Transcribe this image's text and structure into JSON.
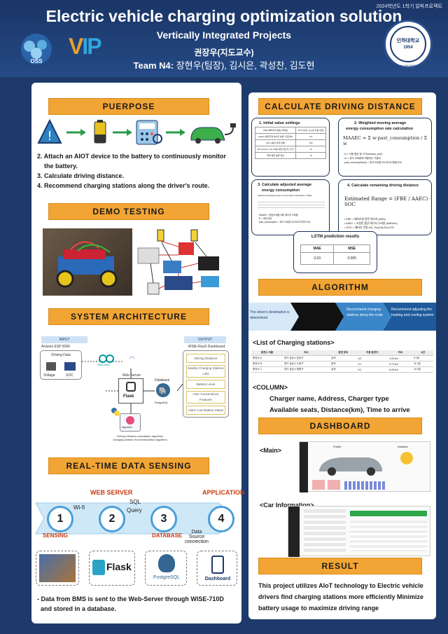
{
  "header": {
    "year_tag": "2024학년도 1학기 알파프로젝트",
    "title": "Electric vehicle charging optimization solution",
    "subtitle": "Vertically Integrated Projects",
    "advisor": "권장우(지도교수)",
    "team_label": "Team N4:",
    "team_members": " 장현우(팀장), 김시은, 곽성찬, 김도현",
    "logo_left": "OSS",
    "logo_vip_v": "V",
    "logo_vip_ip": "IP",
    "logo_right_name": "인하대학교",
    "logo_right_year": "1954",
    "logo_right_en": "INHA UNIVERSITY"
  },
  "left": {
    "purpose_title": "PUERPOSE",
    "purpose_items": [
      "2. Attach an AIOT device to the battery to continuously monitor",
      "    the battery.",
      "3. Calculate driving distance.",
      "4. Recommend charging stations along the driver's route."
    ],
    "demo_title": "DEMO TESTING",
    "arch_title": "SYSTEM ARCHITECTURE",
    "arch": {
      "input": "INPUT",
      "output": "OUTPUT",
      "esp": "Arduino ESP 8266",
      "driving_data": "Driving Data",
      "voltage": "Voltage",
      "soc": "SOC",
      "arduino": "ARDUINO",
      "web_server": "Web Server",
      "flask": "Flask",
      "database": "Database",
      "postgres": "PostgreSQL",
      "algorithm": "Algorithm",
      "algo_caption_1": "Driving distance calculation algorithm",
      "algo_caption_2": "Charging station recommendation algorithm",
      "dashboard": "WISE-RasS Dashboard",
      "outputs": [
        "Driving Distance",
        "Nearby Charging Stations Lists",
        "Battery Level",
        "User Convenience Features",
        "Alarm Low Battery Status"
      ]
    },
    "sensing_title": "REAL-TIME DATA SENSING",
    "sensing": {
      "web_server": "WEB SERVER",
      "application": "APPLICATION",
      "steps": [
        "1",
        "2",
        "3",
        "4"
      ],
      "sensing": "SENSING",
      "wifi": "Wi-fi",
      "sql": "SQL",
      "query": "Query",
      "database": "DATABASE",
      "data_source_1": "Data",
      "data_source_2": "Source",
      "data_source_3": "connection",
      "flask": "Flask",
      "postgres": "PostgreSQL",
      "dashboard": "Dashboard"
    },
    "note_1": "- Data from BMS is sent to the Web-Server through WISE-710D",
    "note_2": "  and stored in a database."
  },
  "right": {
    "calc_title": "CALCULATE DRIVING DISTANCE",
    "box1_title": "1.    Initial value settings",
    "box1_rows": [
      [
        "FBE (배터리의 완충 전력량)",
        "65.5 (단위: 소수점 지원 안함)"
      ],
      [
        "AAEC (평균주행 에너지 효율 기준전비)",
        "5.4"
      ],
      [
        "SOC (충전 상태 비율)",
        "100"
      ],
      [
        "MA window_size (이동 평균 윈도우 크기)",
        "10"
      ],
      [
        "최대 평균 효율 계산",
        "10"
      ]
    ],
    "box2_title_1": "2. Weighted moving average",
    "box2_title_2": "energy consumption rate calculation",
    "box2_formula": "MAAEC = Σ w·past_consumption / Σ w",
    "box2_notes": [
      "· N = 이동 평균 창 크기(window_size)",
      "· wᵢ = 과거 소비량에 적용되는 가중치",
      "· past_consumption(i) = 과거 소비량 리스트의 i번째 요소"
    ],
    "box3_title_1": "3. Calculate adjusted average",
    "box3_title_2": "energy consumption",
    "box3_sub": "Adjusted Average Energy Consumption Calculation, AAEC",
    "box3_notes": [
      "· MAAEC = 평균소비량 대비 에너지 소비량",
      "· R = 조정 계수",
      "· past_consumption = 과거 소비량 리스트의 마지막 요소"
    ],
    "box4_title": "4. Calculate remaining driving distance",
    "box4_formula": "Estimated Range = (FBE / AAEC) · SOC",
    "box4_notes": [
      "• FBE = 배터리의 완전 에너지 (kWh)",
      "• AAEC = 조정된 평균 에너지 소비량 (kWh/km)",
      "• SOC = 배터리 잔량 (%), Soc[%]=Soc/100"
    ],
    "lstm_title": "LSTM prediction results",
    "lstm_headers": [
      "MAE",
      "MSE"
    ],
    "lstm_values": [
      "0.03",
      "0.005"
    ],
    "algo_title": "ALGORITHM",
    "algo_steps": [
      "The driver's destination is determined",
      "Recommend charging stations along the route",
      "Recommend adjusting the heating and cooling system"
    ],
    "stations_label": "<List of Charging stations>",
    "stations_headers": [
      "충전소 이름",
      "주소",
      "충전 방식",
      "가용 충전기",
      "거리",
      "시간"
    ],
    "stations_rows": [
      [
        "충전소 A",
        "경기 성남시 분당구",
        "급속",
        "1/2",
        "4.26 km",
        "9.1분"
      ],
      [
        "충전소 B",
        "경기 성남시 수정구",
        "완속",
        "2/1",
        "5.73 km",
        "11.2분"
      ],
      [
        "충전소 C",
        "경기 성남시 중원구",
        "급속",
        "2/1",
        "6.05 km",
        "12.0분"
      ]
    ],
    "column_label": "<COLUMN>",
    "column_lines": [
      "Charger name, Address, Charger type",
      "Available seats, Distance(km), Time to arrive"
    ],
    "dashboard_title": "DASHBOARD",
    "main_label": "<Main>",
    "car_info_label": "<Car Information>",
    "dash_profile": "Profile",
    "dash_weather": "Weather",
    "result_title": "RESULT",
    "result_text": [
      "This project utilizes AIoT technology to Electric vehicle",
      "drivers find charging stations more efficiently Minimize",
      "battery usage to maximize driving range"
    ]
  }
}
